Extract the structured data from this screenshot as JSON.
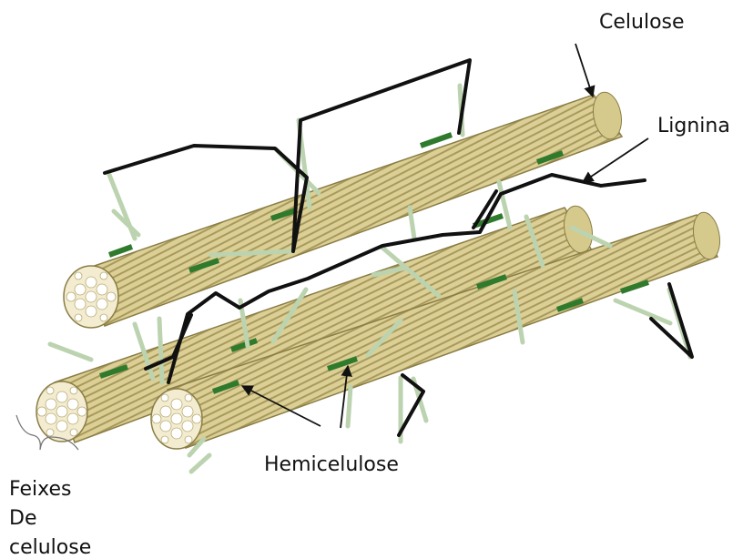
{
  "labels": {
    "celulose": "Celulose",
    "lignina": "Lignina",
    "hemicelulose": "Hemicelulose",
    "feixes_line1": "Feixes",
    "feixes_line2": "De",
    "feixes_line3": "celulose"
  },
  "colors": {
    "cellulose_fill": "#dccf95",
    "cellulose_stripe": "#a89a5c",
    "cellulose_end": "#f3ecd0",
    "hemicellulose_band": "#2f7a2c",
    "hemicellulose_strut": "#bcd3b0",
    "lignin": "#111111",
    "arrow": "#111111"
  }
}
